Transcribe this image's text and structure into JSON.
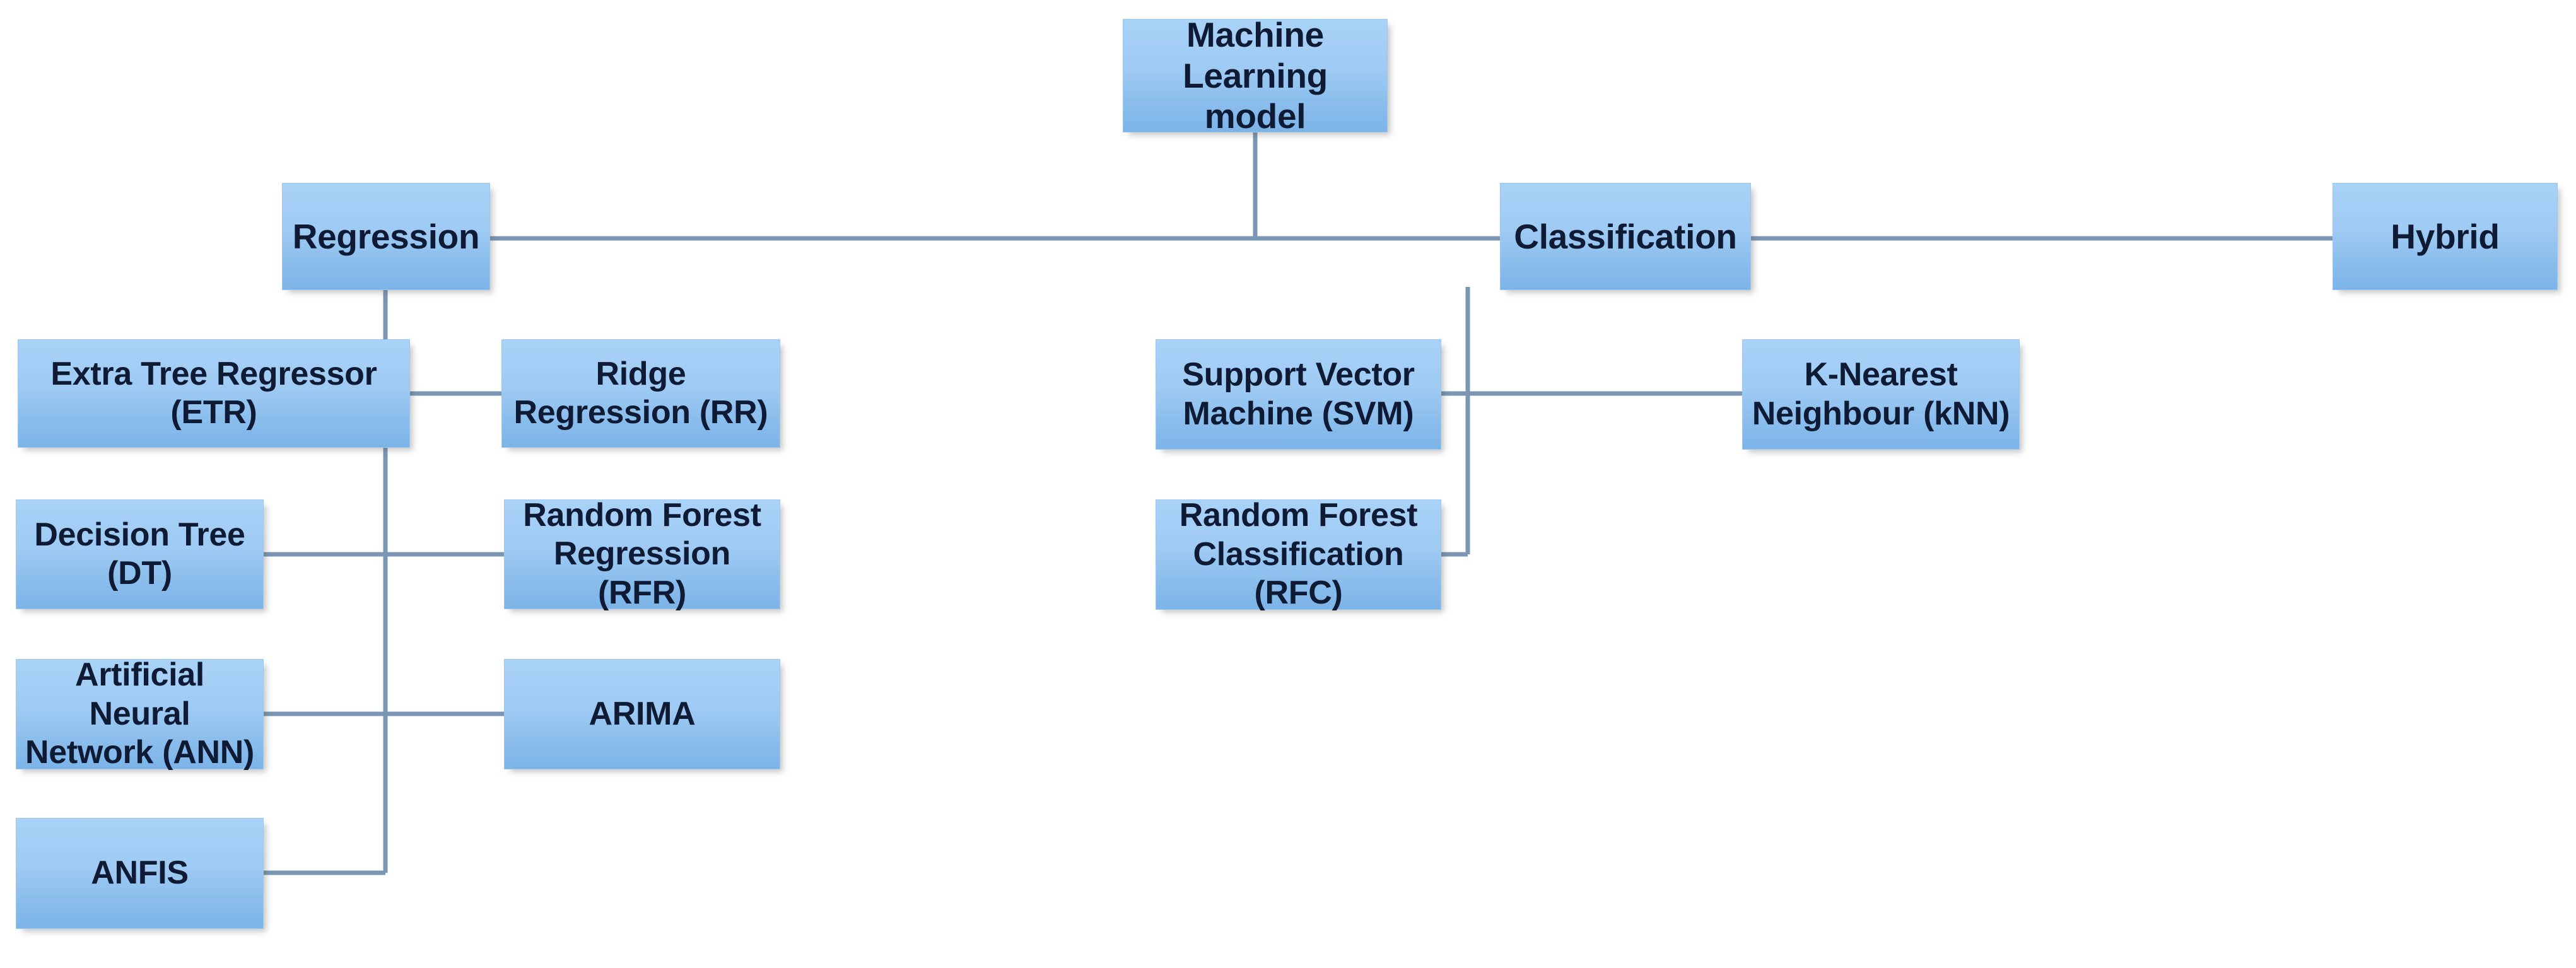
{
  "diagram": {
    "title": "Machine Learning model taxonomy",
    "type": "tree",
    "palette": {
      "node_fill_top": "#a9d2f7",
      "node_fill_bottom": "#7cb4e8",
      "node_border": "#9cc8ef",
      "node_text": "#0f1b34",
      "edge_color": "#7a96b4",
      "background": "#ffffff"
    },
    "root": {
      "label": "Machine Learning model"
    },
    "branches": [
      {
        "label": "Regression"
      },
      {
        "label": "Classification"
      },
      {
        "label": "Hybrid"
      }
    ],
    "regression_children": [
      {
        "label": "Extra Tree Regressor (ETR)"
      },
      {
        "label": "Ridge Regression (RR)"
      },
      {
        "label": "Decision Tree (DT)"
      },
      {
        "label": "Random Forest Regression (RFR)"
      },
      {
        "label": "Artificial Neural Network (ANN)"
      },
      {
        "label": "ARIMA"
      },
      {
        "label": "ANFIS"
      }
    ],
    "classification_children": [
      {
        "label": "Support Vector Machine (SVM)"
      },
      {
        "label": "K-Nearest Neighbour (kNN)"
      },
      {
        "label": "Random Forest Classification (RFC)"
      }
    ],
    "hybrid_children": []
  }
}
